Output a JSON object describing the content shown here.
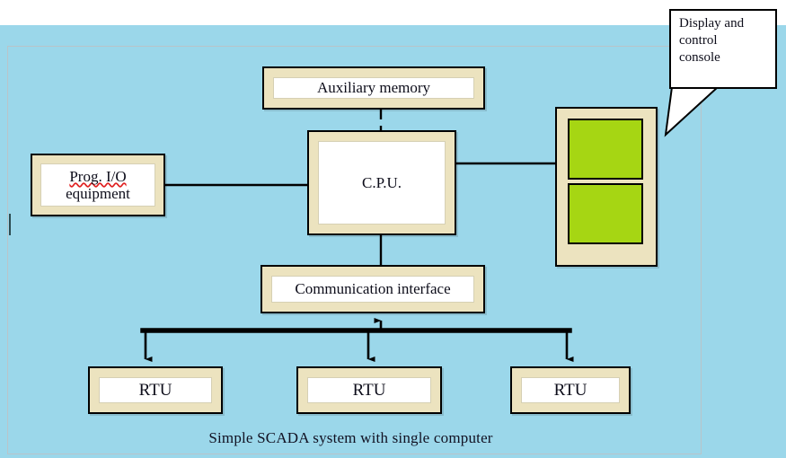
{
  "diagram": {
    "caption": "Simple SCADA system with single computer",
    "background_color": "#9bd7ea",
    "node_fill_color": "#ece3bf",
    "node_inner_color": "#ffffff",
    "screen_color": "#a6d613",
    "line_color": "#000000"
  },
  "nodes": {
    "aux_memory": {
      "label": "Auxiliary memory"
    },
    "prog_io": {
      "label_line1": "Prog. I/O",
      "label_line2": "equipment"
    },
    "cpu": {
      "label": "C.P.U."
    },
    "comm_interface": {
      "label": "Communication interface"
    },
    "console": {
      "screen_top": "",
      "screen_bottom": ""
    },
    "rtus": [
      {
        "label": "RTU"
      },
      {
        "label": "RTU"
      },
      {
        "label": "RTU"
      }
    ]
  },
  "callout": {
    "line1": "Display and",
    "line2": "control",
    "line3": "console"
  },
  "connections": [
    {
      "from": "aux_memory",
      "to": "cpu",
      "style": "dashed",
      "arrow": "none"
    },
    {
      "from": "prog_io",
      "to": "cpu",
      "style": "solid",
      "arrow": "none"
    },
    {
      "from": "cpu",
      "to": "console",
      "style": "solid",
      "arrow": "none"
    },
    {
      "from": "cpu",
      "to": "comm_interface",
      "style": "solid",
      "arrow": "none"
    },
    {
      "from": "bus",
      "to": "comm_interface",
      "style": "solid",
      "arrow": "up"
    },
    {
      "from": "bus",
      "to": "rtu_1",
      "style": "solid",
      "arrow": "down"
    },
    {
      "from": "bus",
      "to": "rtu_2",
      "style": "solid",
      "arrow": "down"
    },
    {
      "from": "bus",
      "to": "rtu_3",
      "style": "solid",
      "arrow": "down"
    }
  ]
}
